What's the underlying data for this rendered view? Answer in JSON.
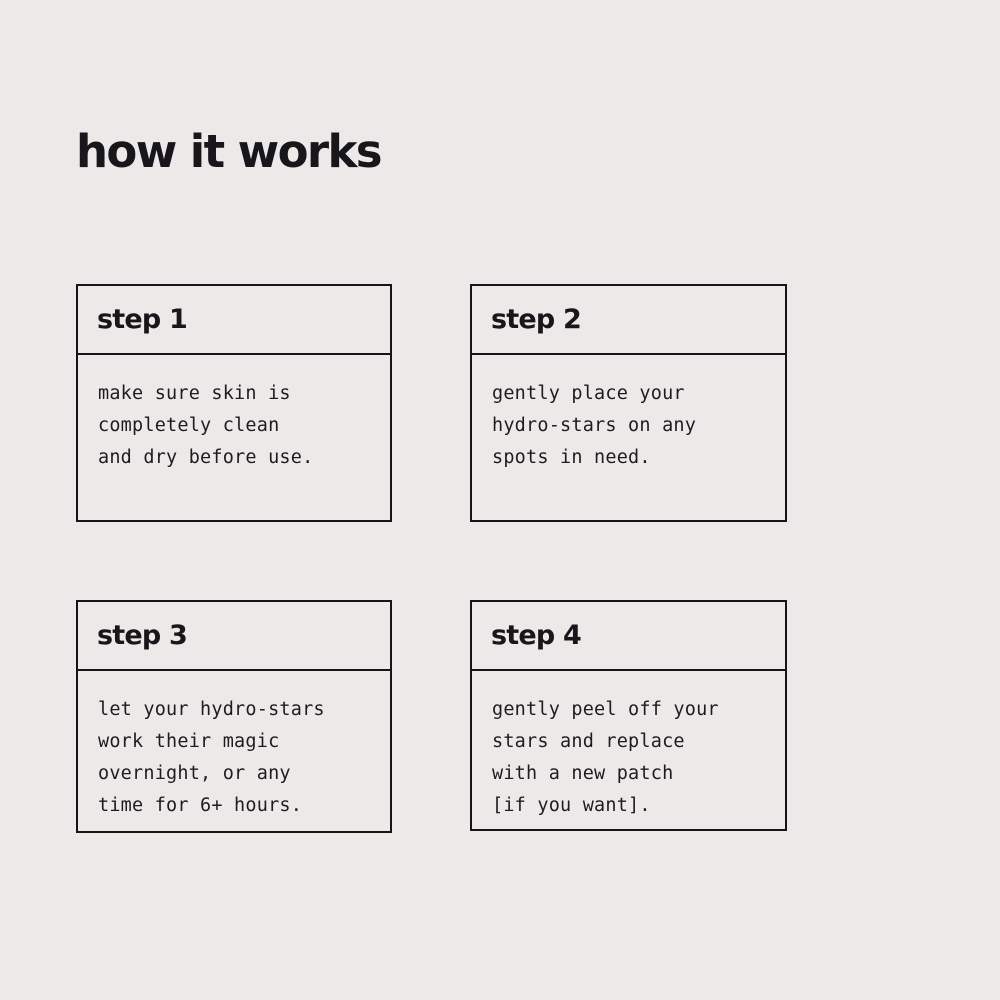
{
  "theme": {
    "background_color": "#ede9e9",
    "ink_color": "#17161a",
    "border_color": "#15141a"
  },
  "header": {
    "title": "how it works"
  },
  "steps": [
    {
      "id": "step-1",
      "label": "step 1",
      "body": "make sure skin is\ncompletely clean\nand dry before use.",
      "lines": [
        "make sure skin is",
        "completely clean",
        "and dry before use."
      ]
    },
    {
      "id": "step-2",
      "label": "step 2",
      "body": "gently place your\nhydro-stars on any\nspots in need.",
      "lines": [
        "gently place your",
        "hydro-stars on any",
        "spots in need."
      ]
    },
    {
      "id": "step-3",
      "label": "step 3",
      "body": "let your hydro-stars\nwork their magic\novernight, or any\ntime for 6+ hours.",
      "lines": [
        "let your hydro-stars",
        "work their magic",
        "overnight, or any",
        "time for 6+ hours."
      ]
    },
    {
      "id": "step-4",
      "label": "step 4",
      "body": "gently peel off your\nstars and replace\nwith a new patch\n[if you want].",
      "lines": [
        "gently peel off your",
        "stars and replace",
        "with a new patch",
        "[if you want]."
      ]
    }
  ]
}
